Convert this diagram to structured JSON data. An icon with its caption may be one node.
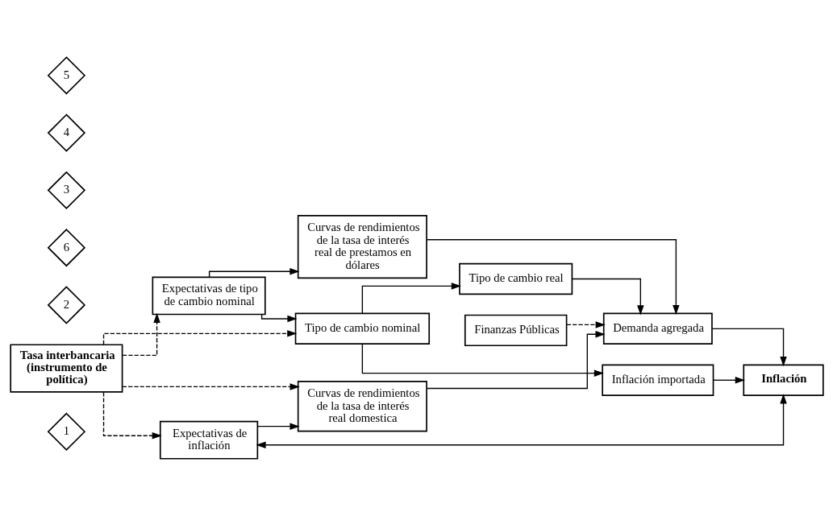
{
  "diagram": {
    "nodes": [
      {
        "text": [
          "1"
        ]
      },
      {
        "text": [
          "Expectativas de inflación"
        ]
      },
      {
        "text": [
          "Curvas de rendimientos de la tasa de interés real domestica"
        ]
      },
      {
        "text": [
          "Finanzas Públicas"
        ]
      },
      {
        "text": [
          "2"
        ]
      },
      {
        "text": [
          "Tasa interbancaria (instrumento de política)"
        ]
      },
      {
        "text": [
          "6"
        ]
      },
      {
        "text": [
          "Tipo de cambio nominal"
        ]
      },
      {
        "text": [
          "Tipo de cambio real"
        ]
      },
      {
        "text": [
          "Demanda agregada"
        ]
      },
      {
        "text": [
          "Inflación"
        ]
      },
      {
        "text": [
          "Inflación importada"
        ]
      },
      {
        "text": [
          "3"
        ]
      },
      {
        "text": [
          "Expectativas de tipo de cambio nominal"
        ]
      },
      {
        "text": [
          "Curvas de rendimientos de la tasa de interés real de prestamos en dólares"
        ]
      },
      {
        "text": [
          "4"
        ]
      },
      {
        "text": [
          "5"
        ]
      }
    ],
    "edges": [
      {
        "from": 5,
        "to": 1,
        "arrow": "to",
        "style": "dashed"
      },
      {
        "from": 5,
        "to": 2,
        "arrow": "to",
        "style": "dashed"
      },
      {
        "from": 5,
        "to": 7,
        "arrow": "to",
        "style": "dashed"
      },
      {
        "from": 5,
        "to": 13,
        "arrow": "to",
        "style": "dashed"
      },
      {
        "from": 1,
        "to": 2,
        "arrow": "to"
      },
      {
        "from": 2,
        "to": 9,
        "arrow": "to"
      },
      {
        "from": 3,
        "to": 9,
        "arrow": "to",
        "style": "dashed"
      },
      {
        "from": 1,
        "to": 10,
        "arrow": "both"
      },
      {
        "from": 7,
        "to": 8,
        "arrow": "to"
      },
      {
        "from": 8,
        "to": 9,
        "arrow": "to"
      },
      {
        "from": 9,
        "to": 10,
        "arrow": "to"
      },
      {
        "from": 7,
        "to": 11,
        "arrow": "to"
      },
      {
        "from": 11,
        "to": 10,
        "arrow": "to"
      },
      {
        "from": 13,
        "to": 7,
        "arrow": "to"
      },
      {
        "from": 13,
        "to": 14,
        "arrow": "to"
      },
      {
        "from": 14,
        "to": 9,
        "arrow": "to"
      }
    ]
  }
}
